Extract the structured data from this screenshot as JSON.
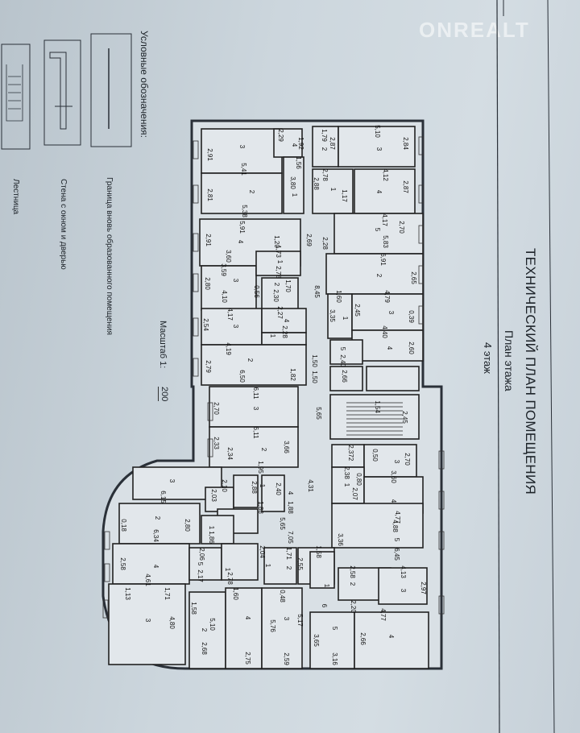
{
  "header": {
    "title": "ТЕХНИЧЕСКИЙ ПЛАН ПОМЕЩЕНИЯ",
    "subtitle": "План этажа",
    "floor": "4 этаж"
  },
  "watermark": "ONREALT",
  "legend": {
    "title": "Условные обозначения:",
    "items": [
      {
        "label": "Граница вновь образованного помещения"
      },
      {
        "label": "Стена с окном и дверью"
      },
      {
        "label": "Лестница"
      }
    ]
  },
  "scale": {
    "label": "Масштаб 1:",
    "value": "200"
  },
  "plan": {
    "labels": [
      "5,41",
      "3",
      "2,91",
      "2,29",
      "4",
      "1,92",
      "1,56",
      "3,80",
      "1",
      "2",
      "2,81",
      "5,38",
      "1,79",
      "2,87",
      "2",
      "5,10",
      "3",
      "2,84",
      "2,78",
      "1",
      "2,88",
      "1,17",
      "4,12",
      "4",
      "2,87",
      "4,17",
      "5",
      "5,83",
      "2,70",
      "5,91",
      "4",
      "2,91",
      "3,60",
      "1,20",
      "1,73",
      "2,69",
      "2,28",
      "6,91",
      "2",
      "2,65",
      "3,59",
      "3",
      "2,80",
      "4,10",
      "0,56",
      "1",
      "2,78",
      "2",
      "1,70",
      "2,30",
      "8,45",
      "1,60",
      "4,79",
      "3",
      "2,45",
      "0,39",
      "3,35",
      "1",
      "4,17",
      "3",
      "2,54",
      "2,27",
      "4",
      "2,28",
      "1",
      "4,40",
      "4",
      "2,60",
      "5",
      "2,40",
      "4,19",
      "2",
      "2,79",
      "6,50",
      "1,82",
      "1,50",
      "1,50",
      "2,66",
      "6,11",
      "3",
      "2,70",
      "5,65",
      "1,54",
      "2,45",
      "6,11",
      "2",
      "3,66",
      "2,33",
      "2,34",
      "2,37",
      "2",
      "0,50",
      "2,70",
      "3",
      "3,60",
      "1,95",
      "3",
      "6,15",
      "2,10",
      "2,03",
      "1",
      "2,88",
      "1,88",
      "4",
      "2,40",
      "1,88",
      "4,31",
      "2,38",
      "1",
      "0,80",
      "2,07",
      "4",
      "4,77",
      "0,18",
      "2",
      "6,34",
      "2,80",
      "1",
      "1,86",
      "5,65",
      "7,05",
      "4,88",
      "5",
      "6,45",
      "3,36",
      "2,58",
      "4",
      "4,61",
      "2,06",
      "5",
      "2,17",
      "1",
      "2,78",
      "2,04",
      "1",
      "1,71",
      "2",
      "2,55",
      "1,58",
      "2,58",
      "2",
      "4,13",
      "3",
      "2,97",
      "1",
      "6",
      "2,20",
      "1,13",
      "1,71",
      "3",
      "4,80",
      "1,58",
      "2",
      "2,68",
      "5,10",
      "1,60",
      "4",
      "2,75",
      "5,76",
      "0,48",
      "3",
      "5,17",
      "2,59",
      "5",
      "3,65",
      "3,16",
      "4,77",
      "4",
      "2,66"
    ]
  }
}
